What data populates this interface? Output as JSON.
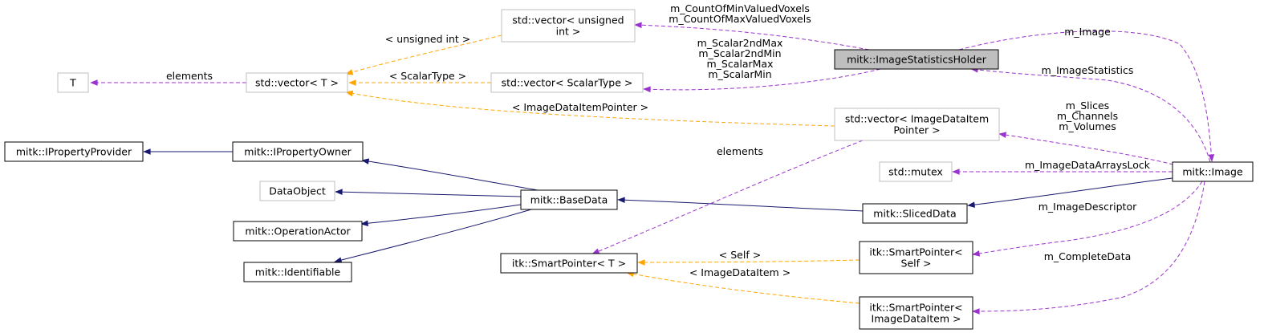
{
  "diagram": {
    "colors": {
      "inheritance": "#191970",
      "usage": "#9a32cd",
      "template": "#ffa500",
      "box_border": "#000000",
      "external_border": "#bfbfbf",
      "highlight_fill": "#bfbfbf"
    },
    "nodes": {
      "T": {
        "lines": [
          "T"
        ],
        "style": "external"
      },
      "vector_T": {
        "lines": [
          "std::vector< T >"
        ],
        "style": "external"
      },
      "vector_uint": {
        "lines": [
          "std::vector< unsigned",
          "int >"
        ],
        "style": "external"
      },
      "vector_scalar": {
        "lines": [
          "std::vector< ScalarType >"
        ],
        "style": "external"
      },
      "holder": {
        "lines": [
          "mitk::ImageStatisticsHolder"
        ],
        "style": "highlight"
      },
      "vector_imgptr": {
        "lines": [
          "std::vector< ImageDataItem",
          "Pointer >"
        ],
        "style": "external"
      },
      "iprovider": {
        "lines": [
          "mitk::IPropertyProvider"
        ],
        "style": "normal"
      },
      "iowner": {
        "lines": [
          "mitk::IPropertyOwner"
        ],
        "style": "normal"
      },
      "dataobject": {
        "lines": [
          "DataObject"
        ],
        "style": "external"
      },
      "basedata": {
        "lines": [
          "mitk::BaseData"
        ],
        "style": "normal"
      },
      "opactor": {
        "lines": [
          "mitk::OperationActor"
        ],
        "style": "normal"
      },
      "identifiable": {
        "lines": [
          "mitk::Identifiable"
        ],
        "style": "normal"
      },
      "mutex": {
        "lines": [
          "std::mutex"
        ],
        "style": "external"
      },
      "image": {
        "lines": [
          "mitk::Image"
        ],
        "style": "normal"
      },
      "sliced": {
        "lines": [
          "mitk::SlicedData"
        ],
        "style": "normal"
      },
      "smartptr_T": {
        "lines": [
          "itk::SmartPointer< T >"
        ],
        "style": "normal"
      },
      "smartptr_self": {
        "lines": [
          "itk::SmartPointer<",
          "Self >"
        ],
        "style": "normal"
      },
      "smartptr_item": {
        "lines": [
          "itk::SmartPointer<",
          "ImageDataItem >"
        ],
        "style": "normal"
      }
    },
    "edges": {
      "vecT_T": {
        "kind": "usage",
        "label": [
          "elements"
        ]
      },
      "uint_vecT": {
        "kind": "template",
        "label": [
          "< unsigned int >"
        ]
      },
      "scalar_vecT": {
        "kind": "template",
        "label": [
          "< ScalarType >"
        ]
      },
      "imgptr_vecT": {
        "kind": "template",
        "label": [
          "< ImageDataItemPointer >"
        ]
      },
      "holder_uint": {
        "kind": "usage",
        "label": [
          "m_CountOfMinValuedVoxels",
          "m_CountOfMaxValuedVoxels"
        ]
      },
      "holder_scalar": {
        "kind": "usage",
        "label": [
          "m_Scalar2ndMax",
          "m_Scalar2ndMin",
          "m_ScalarMax",
          "m_ScalarMin"
        ]
      },
      "holder_image": {
        "kind": "usage",
        "label": [
          "m_Image"
        ]
      },
      "image_holder": {
        "kind": "usage",
        "label": [
          "m_ImageStatistics"
        ]
      },
      "image_imgptr": {
        "kind": "usage",
        "label": [
          "m_Slices",
          "m_Channels",
          "m_Volumes"
        ]
      },
      "image_mutex": {
        "kind": "usage",
        "label": [
          "m_ImageDataArraysLock"
        ]
      },
      "image_sliced": {
        "kind": "inheritance",
        "label": []
      },
      "sliced_basedata": {
        "kind": "inheritance",
        "label": []
      },
      "basedata_iowner": {
        "kind": "inheritance",
        "label": []
      },
      "iowner_iprovider": {
        "kind": "inheritance",
        "label": []
      },
      "basedata_dataobject": {
        "kind": "inheritance",
        "label": []
      },
      "basedata_opactor": {
        "kind": "inheritance",
        "label": []
      },
      "basedata_identifiable": {
        "kind": "inheritance",
        "label": []
      },
      "imgptr_smartT": {
        "kind": "usage",
        "label": [
          "elements"
        ]
      },
      "self_smartT": {
        "kind": "template",
        "label": [
          "< Self >"
        ]
      },
      "item_smartT": {
        "kind": "template",
        "label": [
          "< ImageDataItem >"
        ]
      },
      "image_self": {
        "kind": "usage",
        "label": [
          "m_ImageDescriptor"
        ]
      },
      "image_item": {
        "kind": "usage",
        "label": [
          "m_CompleteData"
        ]
      }
    }
  }
}
